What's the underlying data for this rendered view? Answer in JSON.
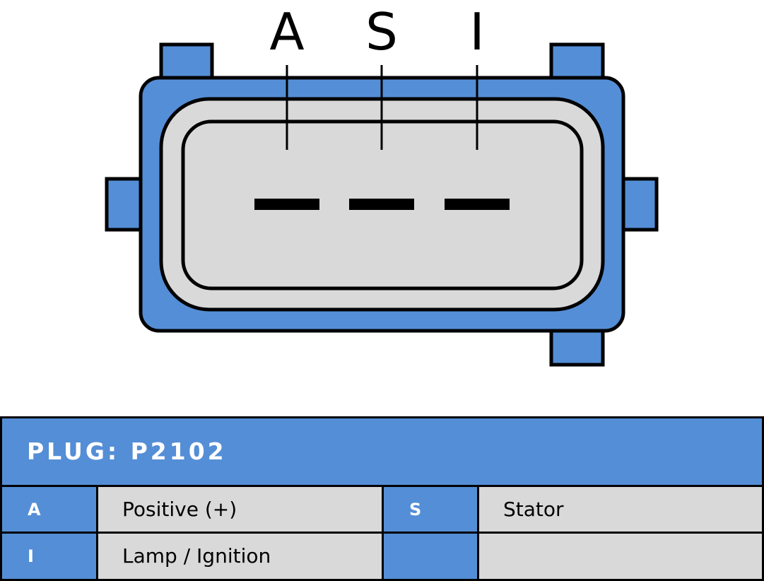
{
  "pins": [
    "A",
    "S",
    "I"
  ],
  "colors": {
    "body": "#548ed6",
    "face": "#d9d9d9",
    "outline": "#000000"
  },
  "table": {
    "title": "PLUG: P2102",
    "rows": [
      [
        {
          "code": "A",
          "desc": "Positive (+)"
        },
        {
          "code": "S",
          "desc": "Stator"
        }
      ],
      [
        {
          "code": "I",
          "desc": "Lamp / Ignition"
        },
        {
          "code": "",
          "desc": ""
        }
      ]
    ]
  }
}
